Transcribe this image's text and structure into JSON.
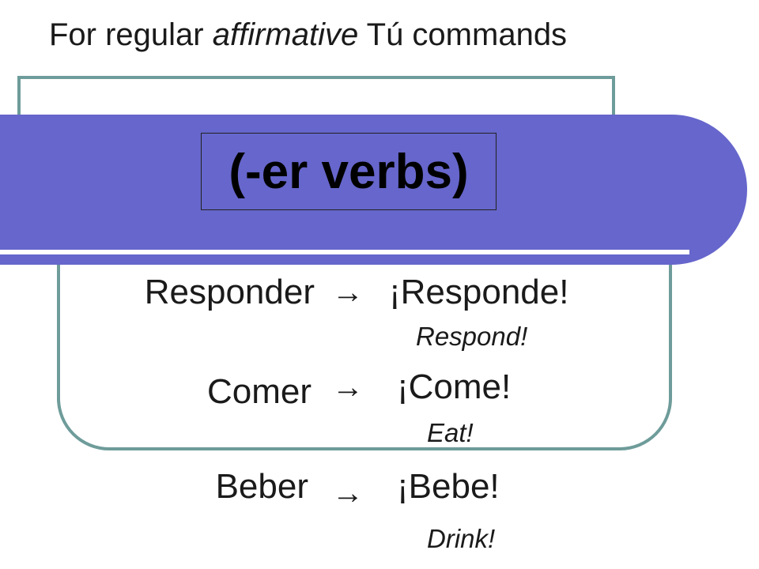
{
  "title": {
    "prefix": "For regular ",
    "emphasis": "affirmative",
    "suffix": " Tú commands"
  },
  "heading": "(-er verbs)",
  "arrow_glyph": "→",
  "rows": [
    {
      "infinitive": "Responder",
      "command": "¡Responde!",
      "translation": "Respond!"
    },
    {
      "infinitive": "Comer",
      "command": "¡Come!",
      "translation": "Eat!"
    },
    {
      "infinitive": "Beber",
      "command": "¡Bebe!",
      "translation": "Drink!"
    }
  ],
  "colors": {
    "banner": "#6666cc",
    "frame": "#6e9c9a"
  }
}
